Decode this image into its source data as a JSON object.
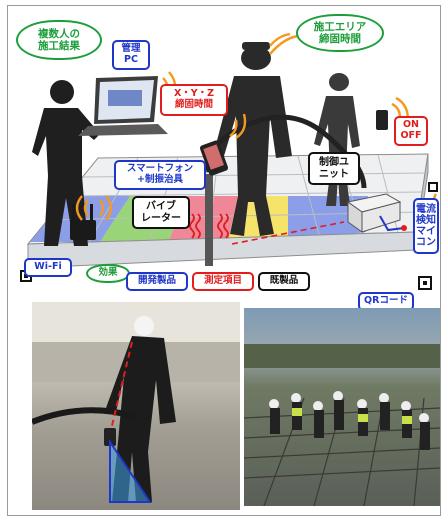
{
  "labels": {
    "multi_results": [
      "複数人の",
      "施工結果"
    ],
    "area_time": [
      "施工エリア",
      "締固時間"
    ],
    "admin_pc": [
      "管理",
      "PC"
    ],
    "xyz_time": [
      "X・Y・Z",
      "締固時間"
    ],
    "on_off": [
      "ON",
      "OFF"
    ],
    "smartphone": [
      "スマートフォン",
      "+制振治具"
    ],
    "control_unit": [
      "制御ユ",
      "ニット"
    ],
    "vibrator": [
      "バイブ",
      "レーター"
    ],
    "current_mcu": "電流検知マイコン",
    "wifi": "Wi-Fi",
    "effect": "効果",
    "dev_product": "開発製品",
    "measure_item": "測定項目",
    "existing_product": "既製品",
    "qr_code": "QRコード"
  },
  "colors": {
    "blue": "#1f37c8",
    "red": "#e21d1d",
    "green": "#1c9e3a",
    "black": "#111111"
  }
}
